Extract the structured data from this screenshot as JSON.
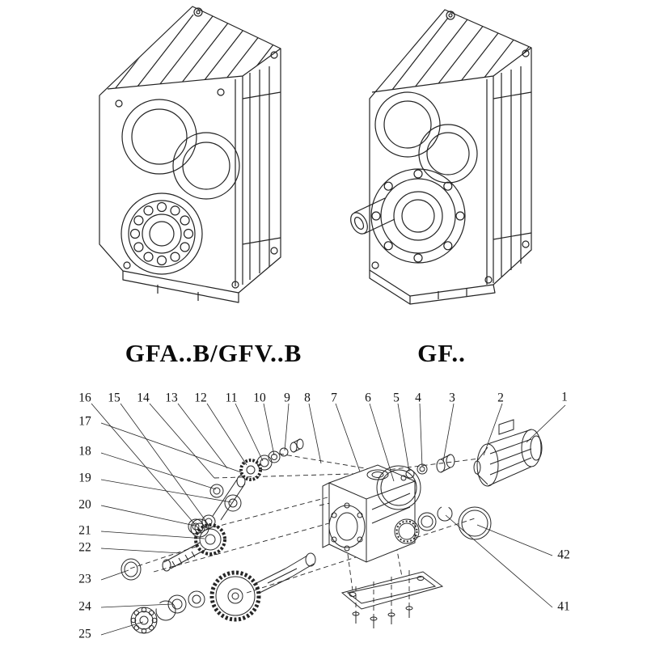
{
  "page": {
    "background": "#ffffff",
    "line_color": "#222222"
  },
  "captions": {
    "left": "GFA..B/GFV..B",
    "right": "GF.."
  },
  "drawings": {
    "left_name": "gearbox-isometric-hollow-shaft",
    "right_name": "gearbox-isometric-solid-shaft"
  },
  "exploded": {
    "top_labels": [
      "16",
      "15",
      "14",
      "13",
      "12",
      "11",
      "10",
      "9",
      "8",
      "7",
      "6",
      "5",
      "4",
      "3",
      "2",
      "1"
    ],
    "left_labels": [
      "17",
      "18",
      "19",
      "20",
      "21",
      "22",
      "23",
      "24",
      "25"
    ],
    "right_labels": [
      "42",
      "41"
    ]
  }
}
